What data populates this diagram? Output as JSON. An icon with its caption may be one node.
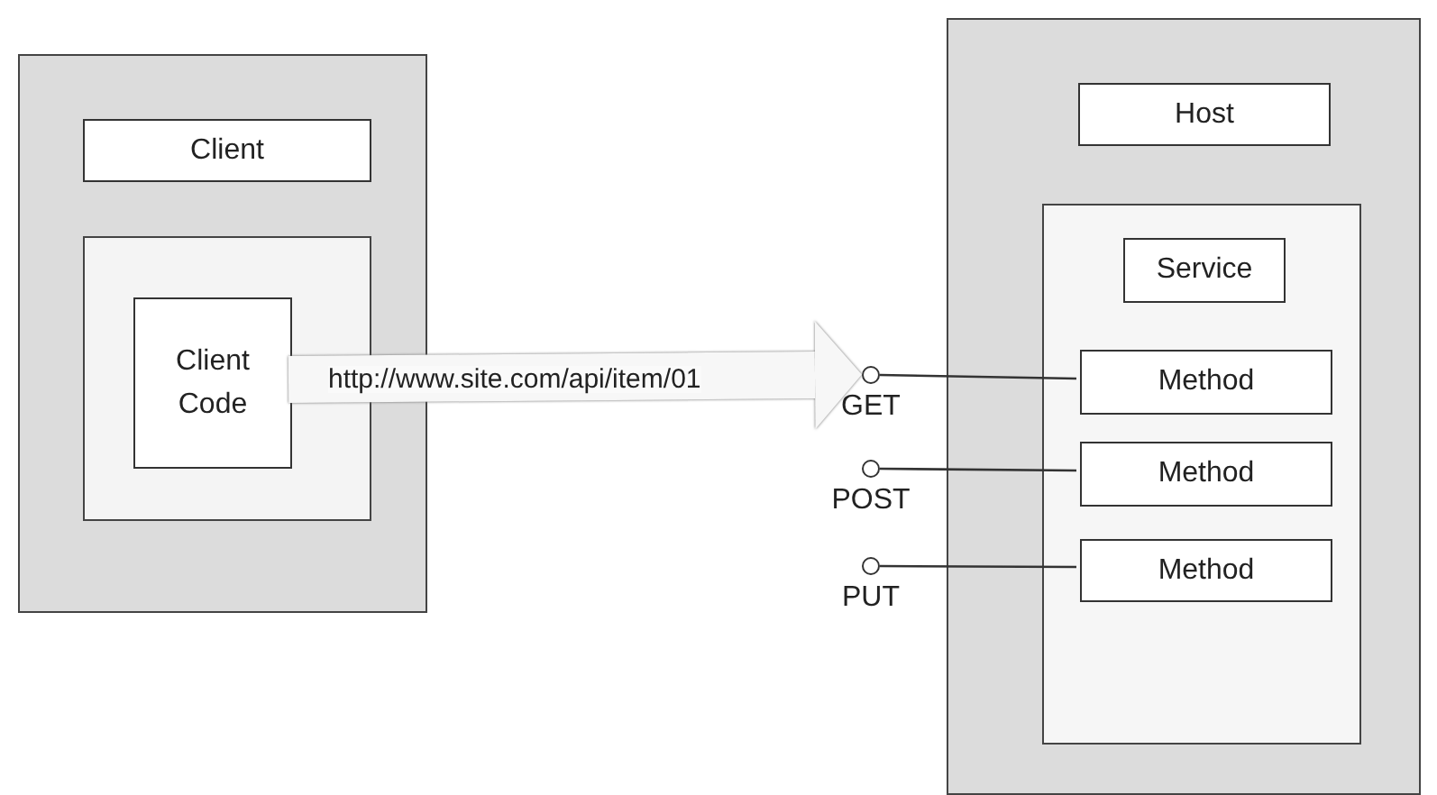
{
  "diagram": {
    "nodes": [
      {
        "text": [],
        "shape": "box"
      },
      {
        "text": [
          "Client"
        ],
        "in": 0
      },
      {
        "text": [],
        "shape": "box",
        "in": 0
      },
      {
        "text": [
          "Client Code"
        ],
        "in": 2
      },
      {
        "text": [],
        "shape": "box"
      },
      {
        "text": [
          "Host"
        ],
        "in": 4
      },
      {
        "text": [],
        "shape": "box",
        "in": 4
      },
      {
        "text": [
          "Service"
        ],
        "in": 6
      },
      {
        "text": [
          "Method"
        ],
        "in": 6
      },
      {
        "text": [
          "Method"
        ],
        "in": 6
      },
      {
        "text": [
          "Method"
        ],
        "in": 6
      },
      {
        "text": [],
        "shape": "circle",
        "beside": [
          "GET"
        ]
      },
      {
        "text": [],
        "shape": "circle",
        "beside": [
          "POST"
        ]
      },
      {
        "text": [],
        "shape": "circle",
        "beside": [
          "PUT"
        ]
      }
    ],
    "edges": [
      {
        "from": 3,
        "to": 11,
        "arrow": "to",
        "label": "http://www.site.com/api/item/01",
        "style": "thick",
        "color": "#f7f7f7"
      },
      {
        "from": 11,
        "to": 8,
        "arrow": "none"
      },
      {
        "from": 12,
        "to": 9,
        "arrow": "none"
      },
      {
        "from": 13,
        "to": 10,
        "arrow": "none"
      }
    ]
  }
}
